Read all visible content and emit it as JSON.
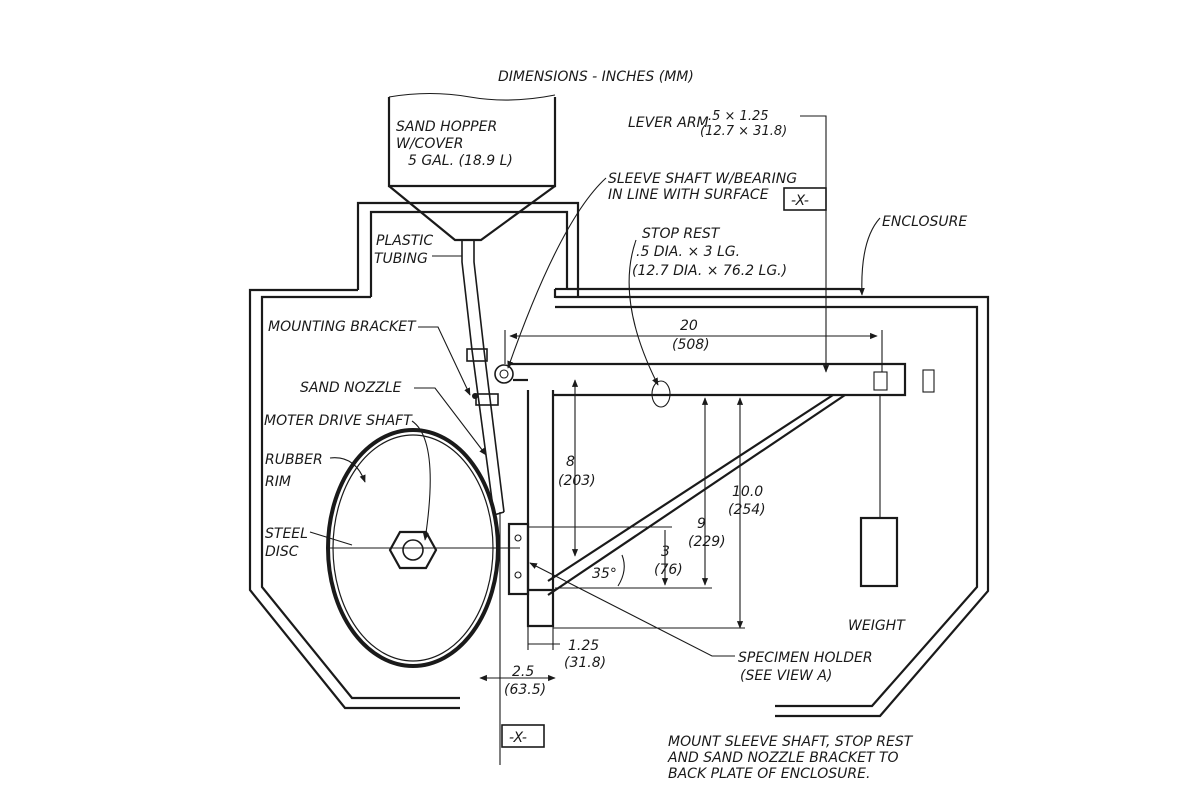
{
  "drawing": {
    "title": "DIMENSIONS - INCHES (MM)",
    "hopper": {
      "line1": "SAND HOPPER",
      "line2": "W/COVER",
      "line3": "5 GAL. (18.9 L)"
    },
    "lever_arm": {
      "line1": "LEVER ARM",
      "dim1": ".5 × 1.25",
      "dim2": "(12.7 × 31.8)"
    },
    "sleeve_shaft": {
      "line1": "SLEEVE SHAFT W/BEARING",
      "line2": "IN LINE WITH SURFACE",
      "ref": "-X-"
    },
    "enclosure": "ENCLOSURE",
    "stop_rest": {
      "line1": "STOP REST",
      "line2": ".5 DIA. × 3 LG.",
      "line3": "(12.7 DIA. × 76.2 LG.)"
    },
    "plastic_tubing": {
      "line1": "PLASTIC",
      "line2": "TUBING"
    },
    "mounting_bracket": "MOUNTING BRACKET",
    "sand_nozzle": "SAND NOZZLE",
    "motor_drive_shaft": "MOTER DRIVE SHAFT",
    "rubber_rim": {
      "line1": "RUBBER",
      "line2": "RIM"
    },
    "steel_disc": {
      "line1": "STEEL",
      "line2": "DISC"
    },
    "weight": "WEIGHT",
    "specimen_holder": {
      "line1": "SPECIMEN HOLDER",
      "line2": "(SEE VIEW A)"
    },
    "dims": {
      "d20": "20",
      "d20_mm": "(508)",
      "d8": "8",
      "d8_mm": "(203)",
      "d10": "10.0",
      "d10_mm": "(254)",
      "d9": "9",
      "d9_mm": "(229)",
      "d3": "3",
      "d3_mm": "(76)",
      "angle": "35°",
      "d125": "1.25",
      "d125_mm": "(31.8)",
      "d25": "2.5",
      "d25_mm": "(63.5)"
    },
    "bottom_ref": "-X-",
    "note": {
      "line1": "MOUNT SLEEVE SHAFT, STOP REST",
      "line2": "AND SAND NOZZLE BRACKET TO",
      "line3": "BACK PLATE OF ENCLOSURE."
    }
  }
}
